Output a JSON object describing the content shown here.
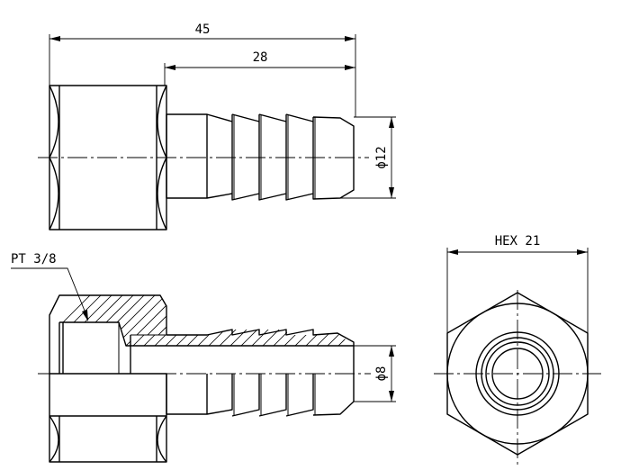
{
  "dimensions": {
    "overall_length": "45",
    "barb_length": "28",
    "barb_diameter": "ϕ12",
    "bore_diameter": "ϕ8",
    "thread": "PT 3/8",
    "hex_size": "HEX 21"
  },
  "colors": {
    "line": "#000000",
    "background": "#ffffff"
  }
}
